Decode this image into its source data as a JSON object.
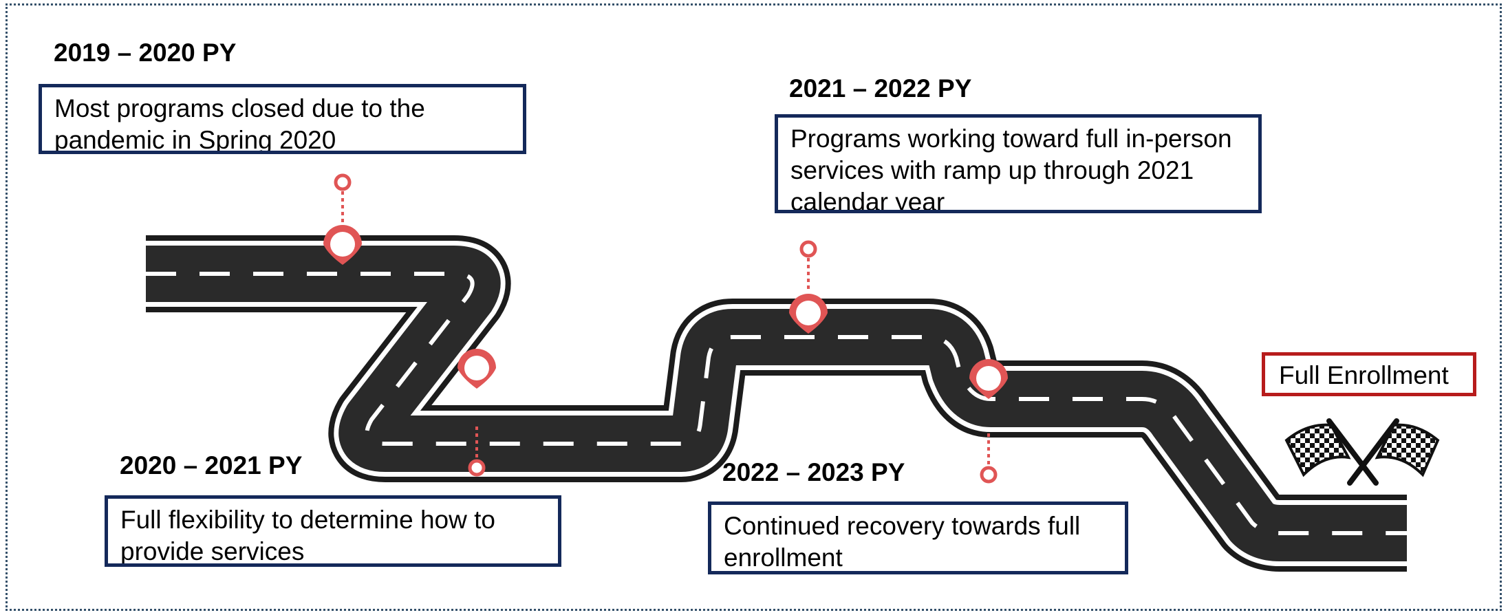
{
  "milestones": [
    {
      "period": "2019 – 2020 PY",
      "text": "Most programs closed due to the pandemic in Spring 2020"
    },
    {
      "period": "2020 – 2021 PY",
      "text": "Full flexibility to determine how to provide services"
    },
    {
      "period": "2021 – 2022 PY",
      "text": "Programs working toward full in-person services with ramp up through 2021 calendar year"
    },
    {
      "period": "2022 – 2023 PY",
      "text": "Continued recovery towards full enrollment"
    }
  ],
  "goal": {
    "label": "Full Enrollment"
  },
  "colors": {
    "box_border": "#14295a",
    "goal_border": "#b71c1c",
    "road": "#2a2a2a",
    "pin": "#e05555"
  }
}
